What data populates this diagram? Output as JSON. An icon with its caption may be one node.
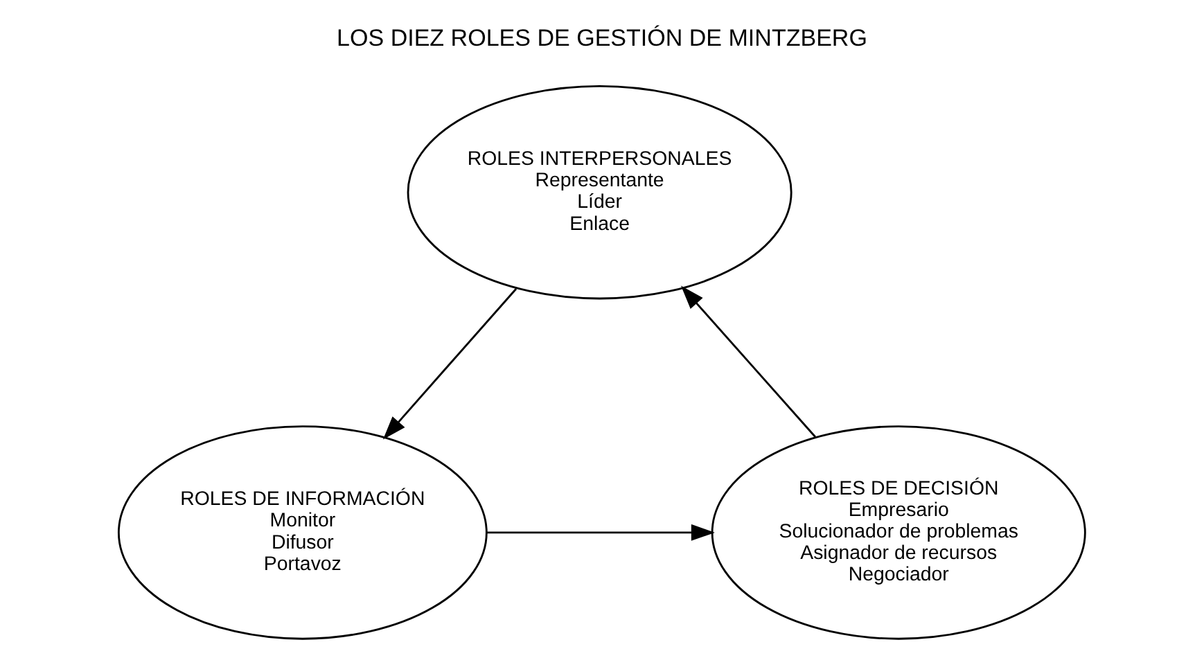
{
  "diagram": {
    "title": "LOS DIEZ ROLES DE GESTIÓN DE MINTZBERG",
    "nodes": [
      {
        "text": [
          "ROLES INTERPERSONALES",
          "Representante",
          "Líder",
          "Enlace"
        ]
      },
      {
        "text": [
          "ROLES DE DECISIÓN",
          "Empresario",
          "Solucionador de problemas",
          "Asignador de recursos",
          "Negociador"
        ]
      },
      {
        "text": [
          "ROLES DE INFORMACIÓN",
          "Monitor",
          "Difusor",
          "Portavoz"
        ]
      }
    ],
    "edges": [
      {
        "from": 0,
        "to": 2,
        "arrow": "to"
      },
      {
        "from": 2,
        "to": 1,
        "arrow": "to"
      },
      {
        "from": 1,
        "to": 0,
        "arrow": "to"
      }
    ]
  }
}
